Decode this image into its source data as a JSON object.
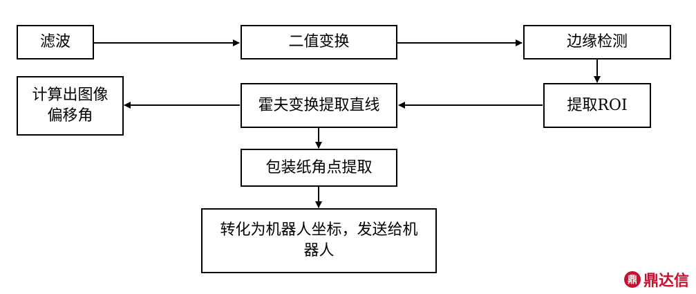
{
  "nodes": {
    "filter": "滤波",
    "binarize": "二值变换",
    "edge": "边缘检测",
    "roi": "提取ROI",
    "hough": "霍夫变换提取直线",
    "offset": "计算出图像偏移角",
    "corner": "包装纸角点提取",
    "robot": "转化为机器人坐标，发送给机器人"
  },
  "watermark": {
    "text": "鼎达信",
    "mark": "鼎"
  },
  "colors": {
    "line": "#000000",
    "watermark": "#c8102e"
  }
}
